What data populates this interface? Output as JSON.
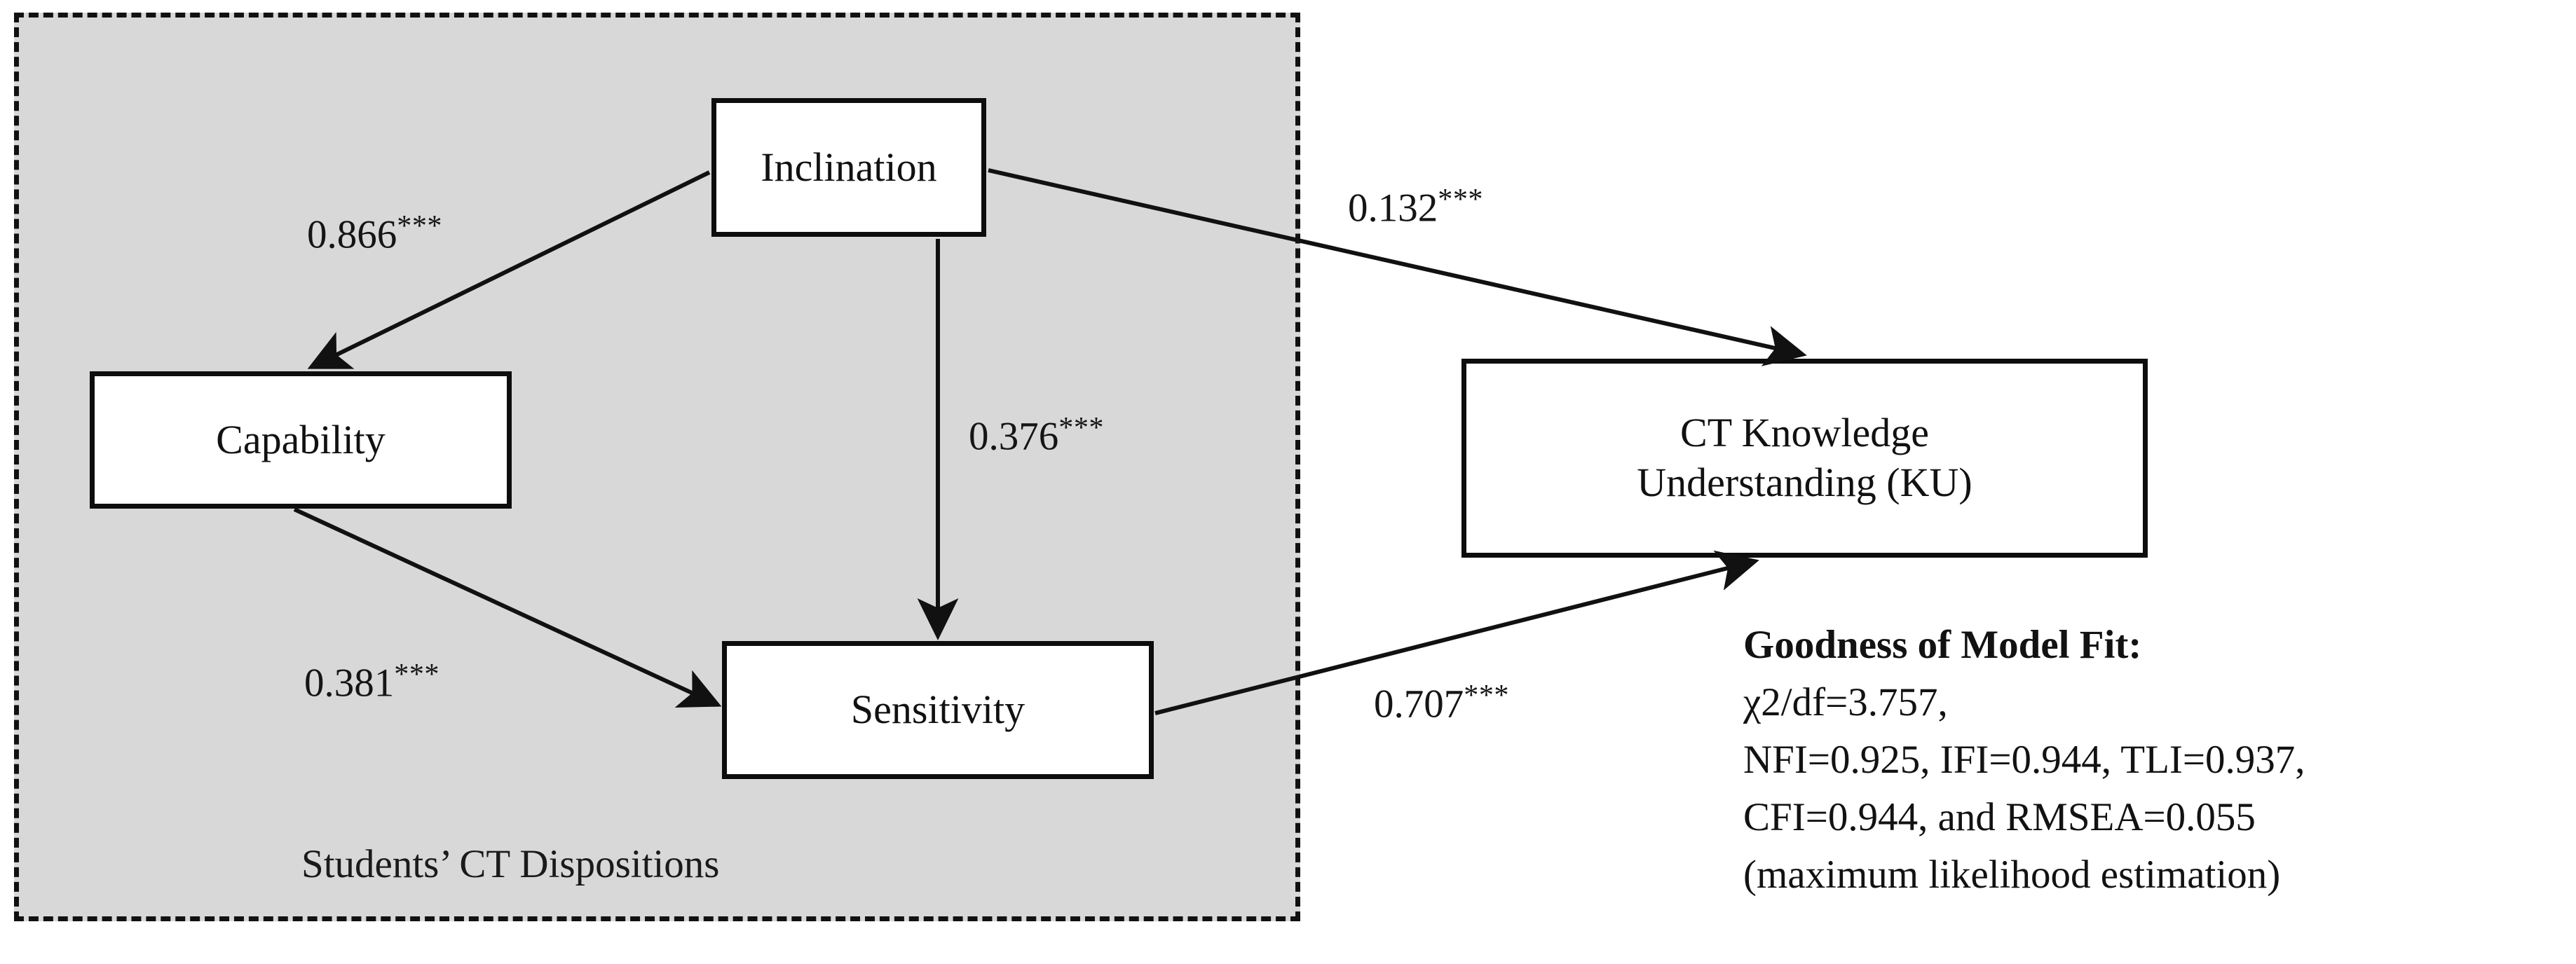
{
  "figure": {
    "type": "structural-equation-model-path-diagram",
    "colors": {
      "group_fill": "#d8d8d8",
      "node_fill": "#ffffff",
      "stroke": "#111111",
      "page_background": "#ffffff"
    }
  },
  "group_region": {
    "caption": "Students’ CT Dispositions",
    "border_style": "dashed"
  },
  "nodes": [
    {
      "id": "inclination",
      "label": "Inclination"
    },
    {
      "id": "capability",
      "label": "Capability"
    },
    {
      "id": "sensitivity",
      "label": "Sensitivity"
    },
    {
      "id": "ku",
      "label_line1": "CT Knowledge",
      "label_line2": "Understanding (KU)"
    }
  ],
  "edges": [
    {
      "id": "incl-cap",
      "from": "Inclination",
      "to": "Capability",
      "coefficient": "0.866",
      "significance": "***"
    },
    {
      "id": "incl-sens",
      "from": "Inclination",
      "to": "Sensitivity",
      "coefficient": "0.376",
      "significance": "***"
    },
    {
      "id": "incl-ku",
      "from": "Inclination",
      "to": "CT Knowledge Understanding (KU)",
      "coefficient": "0.132",
      "significance": "***"
    },
    {
      "id": "cap-sens",
      "from": "Capability",
      "to": "Sensitivity",
      "coefficient": "0.381",
      "significance": "***"
    },
    {
      "id": "sens-ku",
      "from": "Sensitivity",
      "to": "CT Knowledge Understanding (KU)",
      "coefficient": "0.707",
      "significance": "***"
    }
  ],
  "model_fit": {
    "heading": "Goodness of Model Fit:",
    "line1": "χ2/df=3.757,",
    "line2": "NFI=0.925, IFI=0.944, TLI=0.937,",
    "line3": "CFI=0.944, and RMSEA=0.055",
    "line4": "(maximum likelihood estimation)"
  },
  "chart_data": {
    "type": "diagram",
    "title": "",
    "nodes": [
      "Inclination",
      "Capability",
      "Sensitivity",
      "CT Knowledge Understanding (KU)"
    ],
    "grouped_nodes": [
      "Inclination",
      "Capability",
      "Sensitivity"
    ],
    "group_label": "Students’ CT Dispositions",
    "series": [
      {
        "name": "Inclination → Capability",
        "values": [
          0.866
        ]
      },
      {
        "name": "Inclination → Sensitivity",
        "values": [
          0.376
        ]
      },
      {
        "name": "Inclination → KU",
        "values": [
          0.132
        ]
      },
      {
        "name": "Capability → Sensitivity",
        "values": [
          0.381
        ]
      },
      {
        "name": "Sensitivity → KU",
        "values": [
          0.707
        ]
      }
    ],
    "fit_indices": {
      "chi2_df": 3.757,
      "NFI": 0.925,
      "IFI": 0.944,
      "TLI": 0.937,
      "CFI": 0.944,
      "RMSEA": 0.055,
      "estimation": "maximum likelihood estimation"
    }
  }
}
